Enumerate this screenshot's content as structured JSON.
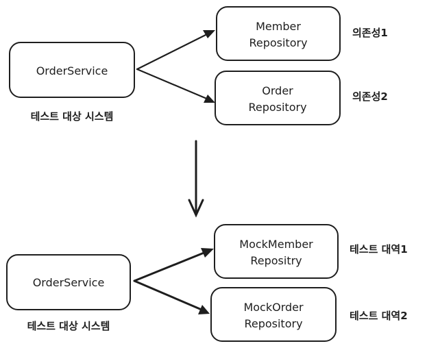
{
  "before": {
    "service": "OrderService",
    "system_label": "테스트 대상 시스템",
    "member_repo": [
      "Member",
      "Repository"
    ],
    "member_label": "의존성1",
    "order_repo": [
      "Order",
      "Repository"
    ],
    "order_label": "의존성2"
  },
  "after": {
    "service": "OrderService",
    "system_label": "테스트 대상 시스템",
    "mock_member_repo": [
      "MockMember",
      "Repositry"
    ],
    "mock_member_label": "테스트 대역1",
    "mock_order_repo": [
      "MockOrder",
      "Repository"
    ],
    "mock_order_label": "테스트 대역2"
  }
}
